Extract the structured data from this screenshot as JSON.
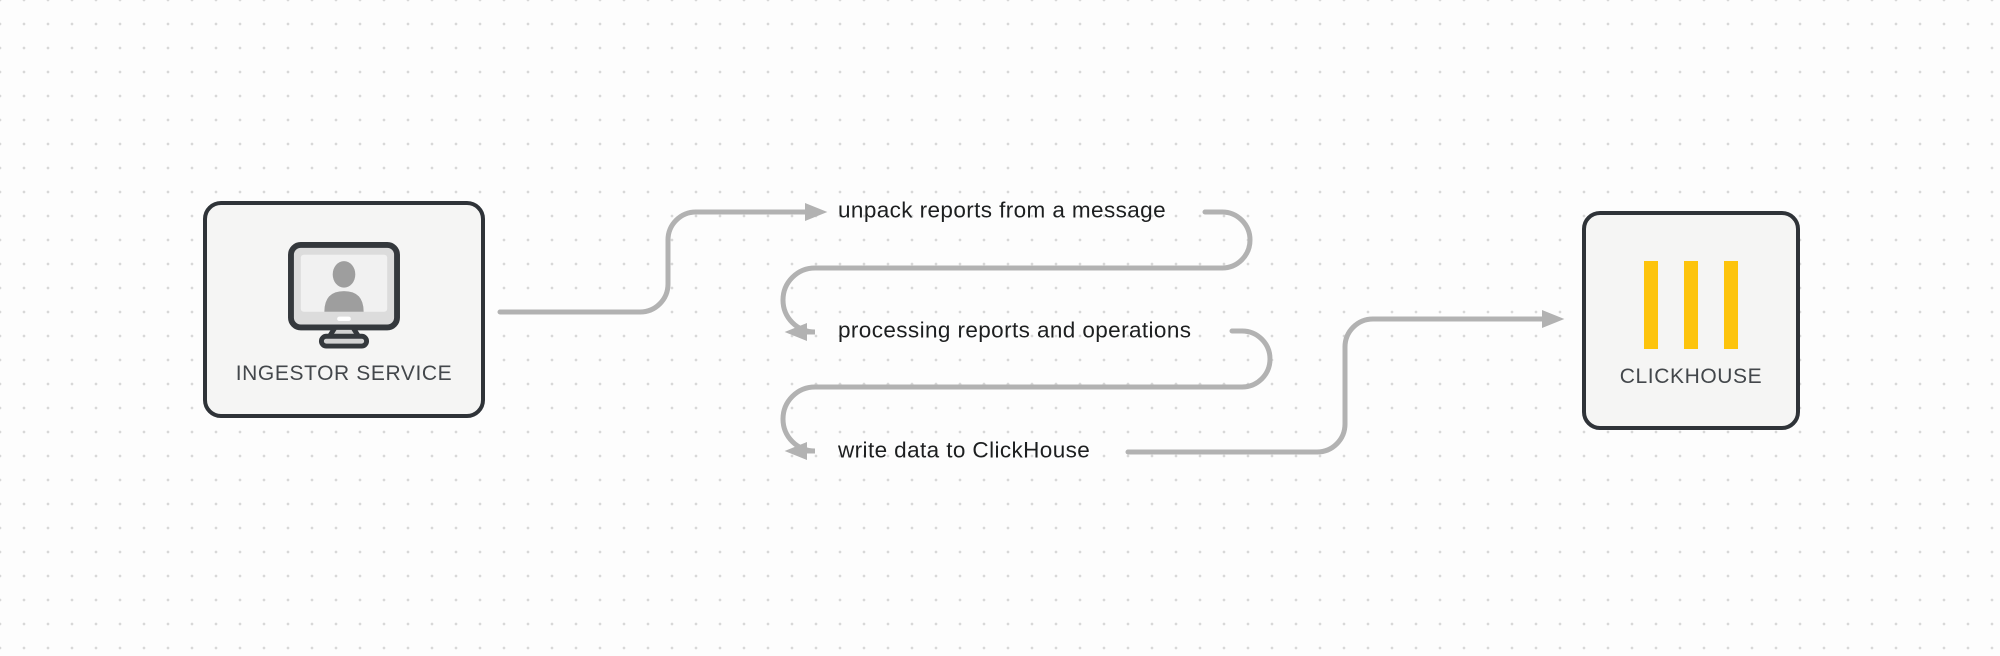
{
  "diagram": {
    "nodes": {
      "ingestor": {
        "label": "INGESTOR SERVICE",
        "icon": "workstation-user-icon"
      },
      "clickhouse": {
        "label": "CLICKHOUSE",
        "icon": "clickhouse-logo-icon"
      }
    },
    "steps": [
      {
        "label": "unpack reports from a message"
      },
      {
        "label": "processing reports and operations"
      },
      {
        "label": "write data to ClickHouse"
      }
    ]
  },
  "colors": {
    "connector": "#b2b2b2",
    "node_border": "#2f3338",
    "node_fill": "#f5f5f4",
    "node_label": "#43474b",
    "step_label": "#1d1f20",
    "clickhouse_yellow": "#fdc40d",
    "grid_dot": "#d8d8d8",
    "monitor_bezel": "#dcdcdc",
    "monitor_screen": "#f1f1f1",
    "silhouette": "#9e9e9e",
    "monitor_outline": "#34383c"
  }
}
